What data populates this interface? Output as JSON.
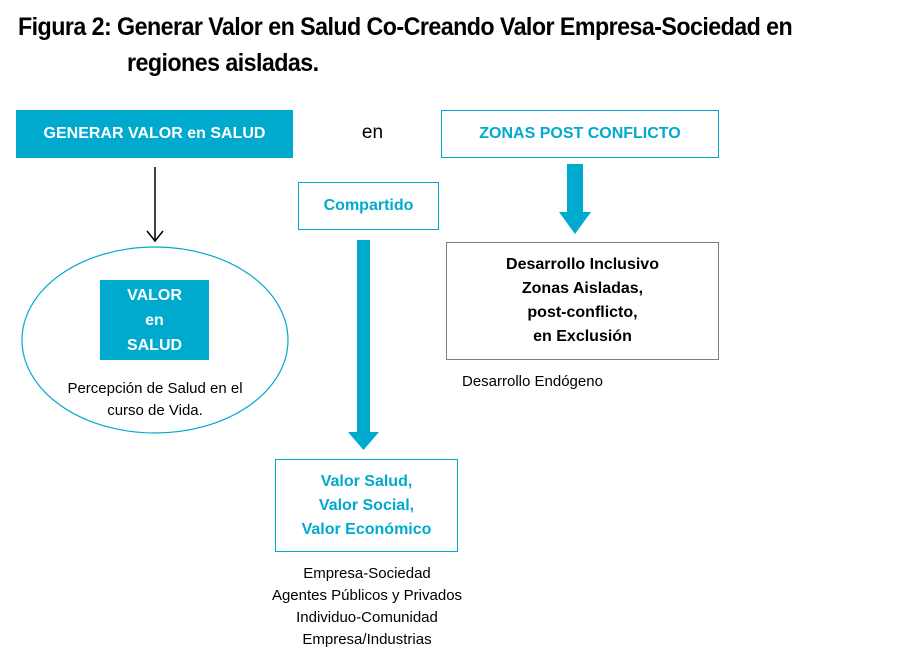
{
  "title": {
    "line1": "Figura 2: Generar Valor en Salud Co-Creando Valor Empresa-Sociedad en",
    "line2": "regiones aisladas."
  },
  "colors": {
    "accent": "#00a9ce",
    "gray_border": "#7f7f7f",
    "text": "#000000"
  },
  "nodes": {
    "generar_valor": "GENERAR VALOR en SALUD",
    "connector_en": "en",
    "zonas_post_conflicto": "ZONAS POST CONFLICTO",
    "compartido": "Compartido",
    "valor_en_salud": [
      "VALOR",
      "en",
      "SALUD"
    ],
    "percepcion": [
      "Percepción de Salud en el",
      "curso de Vida."
    ],
    "desarrollo_inclusivo": [
      "Desarrollo Inclusivo",
      "Zonas Aisladas,",
      "post-conflicto,",
      "en Exclusión"
    ],
    "desarrollo_endogeno": "Desarrollo Endógeno",
    "valores": [
      "Valor Salud,",
      "Valor Social,",
      "Valor Económico"
    ],
    "actores": [
      "Empresa-Sociedad",
      "Agentes Públicos y Privados",
      "Individuo-Comunidad",
      "Empresa/Industrias"
    ]
  }
}
